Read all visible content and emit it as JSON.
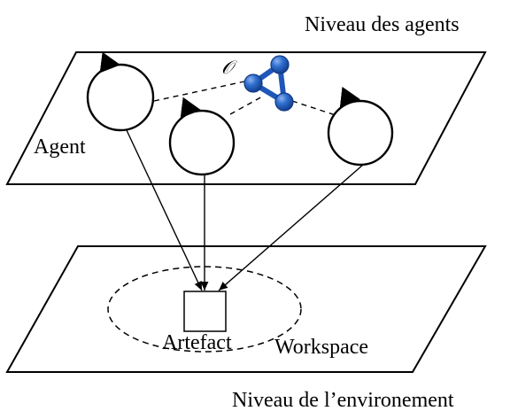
{
  "labels": {
    "agent_level": "Niveau des agents",
    "environment_level": "Niveau de l’environement",
    "agent": "Agent",
    "artefact": "Artefact",
    "workspace": "Workspace",
    "ontology_symbol": "𝒪"
  },
  "colors": {
    "line": "#000000",
    "background": "#ffffff",
    "ontology_icon_fill": "#1f57b8",
    "ontology_icon_stroke": "#123a82",
    "ontology_icon_highlight": "#8fb2ef"
  },
  "icons": {
    "ontology": "molecule-network-icon"
  }
}
